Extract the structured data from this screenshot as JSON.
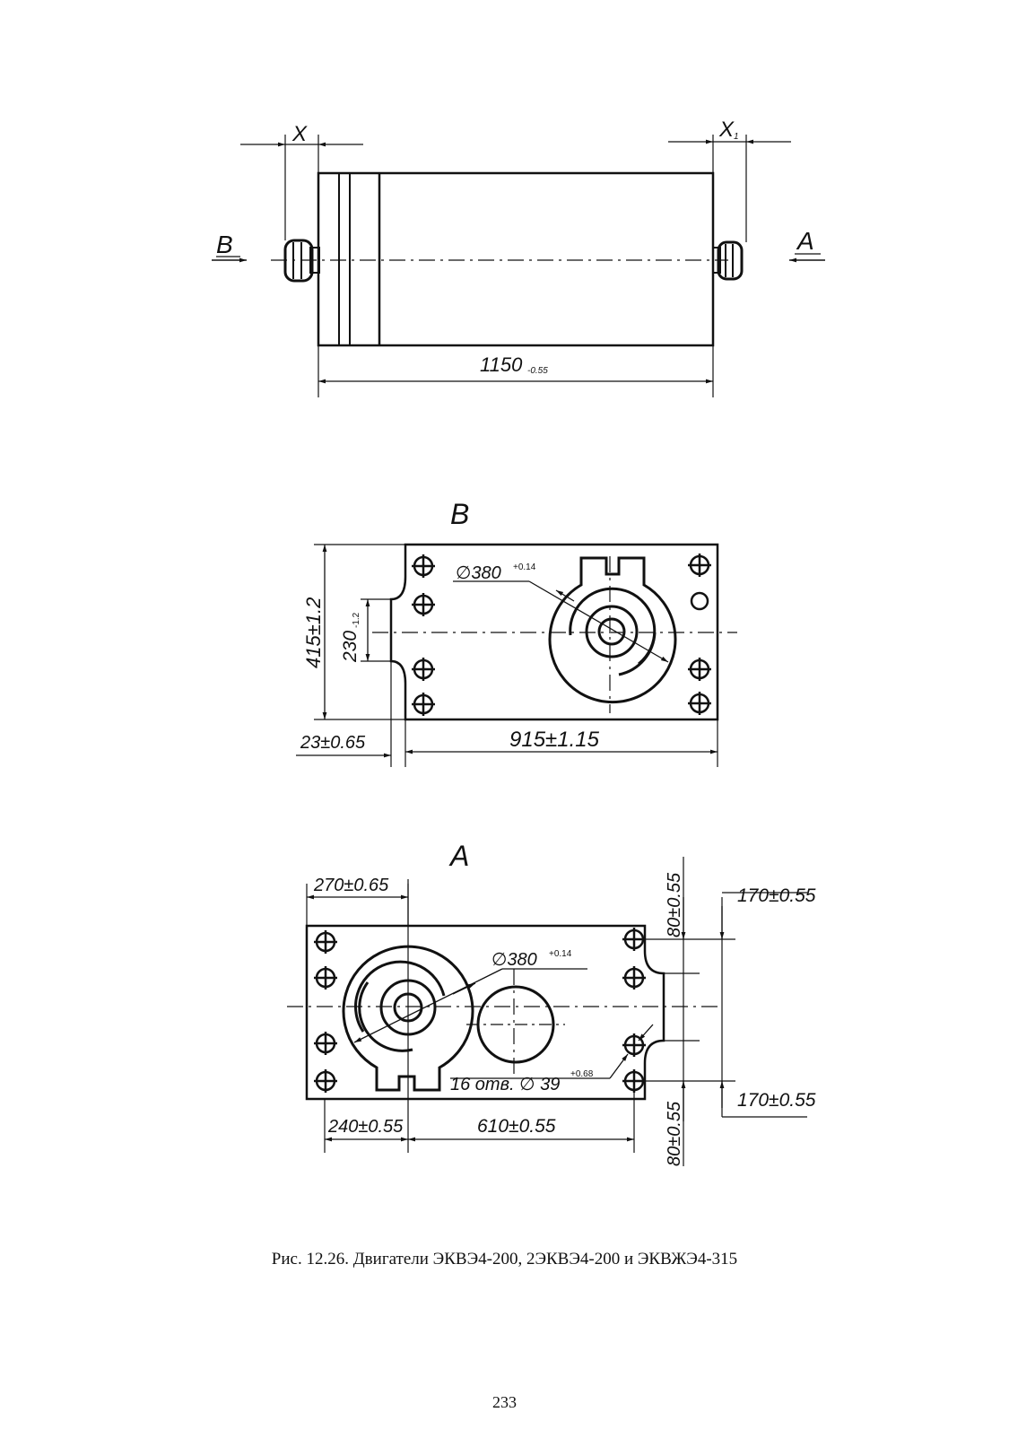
{
  "side_view": {
    "dim_x": "X",
    "dim_x1": "X",
    "dim_x1_sub": "1",
    "view_b": "B",
    "view_a": "A",
    "length": "1150",
    "length_tol": "-0.55"
  },
  "view_b": {
    "title": "B",
    "bore_dia": "∅380",
    "bore_tol": "+0.14",
    "height": "415±1.2",
    "inner_h": "230",
    "inner_h_tol": "-1.2",
    "offset": "23±0.65",
    "length": "915±1.15"
  },
  "view_a": {
    "title": "A",
    "dim_top_left": "270±0.65",
    "bore_dia": "∅380",
    "bore_tol": "+0.14",
    "holes": "16 отв. ∅ 39",
    "holes_tol": "+0.68",
    "dim_bottom_left": "240±0.55",
    "dim_bottom_mid": "610±0.55",
    "dim_right_top_v": "80±0.55",
    "dim_right_bot_v": "80±0.55",
    "dim_far_right_top": "170±0.55",
    "dim_far_right_bot": "170±0.55"
  },
  "caption": "Рис. 12.26. Двигатели ЭКВЭ4-200, 2ЭКВЭ4-200 и ЭКВЖЭ4-315",
  "page_number": "233"
}
